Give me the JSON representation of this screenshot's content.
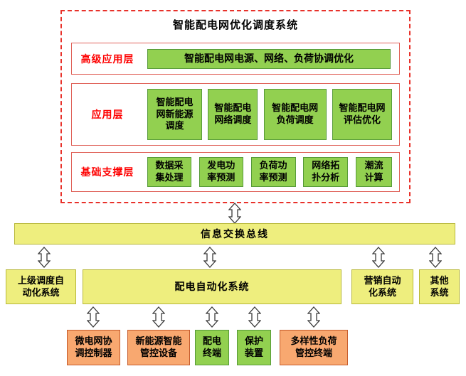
{
  "title": "智能配电网优化调度系统",
  "layers": [
    {
      "label": "高级应用层",
      "items": [
        "智能配电网电源、网络、负荷协调优化"
      ]
    },
    {
      "label": "应用层",
      "items": [
        "智能配电\n网新能源\n调度",
        "智能配电\n网络调度",
        "智能配电网\n负荷调度",
        "智能配电网\n评估优化"
      ]
    },
    {
      "label": "基础支撑层",
      "items": [
        "数据采\n集处理",
        "发电功\n率预测",
        "负荷功\n率预测",
        "网络拓\n扑分析",
        "潮流\n计算"
      ]
    }
  ],
  "bus_label": "信息交换总线",
  "systems": [
    "上级调度自\n动化系统",
    "配电自动化系统",
    "营销自动\n化系统",
    "其他\n系统"
  ],
  "devices": [
    "微电网协\n调控制器",
    "新能源智能\n管控设备",
    "配电\n终端",
    "保护\n装置",
    "多样性负荷\n管控终端"
  ],
  "colors": {
    "green_fill": "#92d050",
    "yellow_fill": "#eeee7e",
    "orange_fill": "#f8a870",
    "label_red": "#fe0000",
    "boundary_red": "#e8312a"
  }
}
